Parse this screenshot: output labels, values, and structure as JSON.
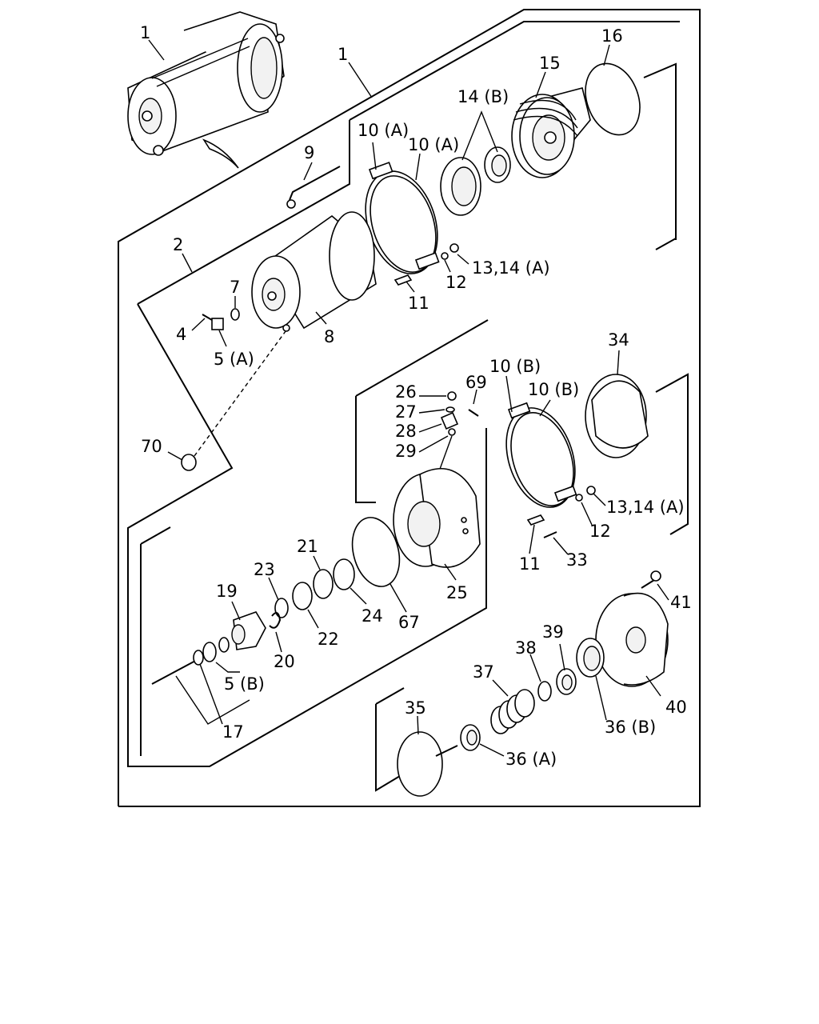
{
  "diagram": {
    "callouts": [
      {
        "id": "c1a",
        "text": "1"
      },
      {
        "id": "c1b",
        "text": "1"
      },
      {
        "id": "c16",
        "text": "16"
      },
      {
        "id": "c15",
        "text": "15"
      },
      {
        "id": "c14b",
        "text": "14 (B)"
      },
      {
        "id": "c10a1",
        "text": "10 (A)"
      },
      {
        "id": "c10a2",
        "text": "10 (A)"
      },
      {
        "id": "c9",
        "text": "9"
      },
      {
        "id": "c2",
        "text": "2"
      },
      {
        "id": "c7",
        "text": "7"
      },
      {
        "id": "c4",
        "text": "4"
      },
      {
        "id": "c5a",
        "text": "5 (A)"
      },
      {
        "id": "c8",
        "text": "8"
      },
      {
        "id": "c13a1",
        "text": "13,14 (A)"
      },
      {
        "id": "c12a",
        "text": "12"
      },
      {
        "id": "c11a",
        "text": "11"
      },
      {
        "id": "c70",
        "text": "70"
      },
      {
        "id": "c34",
        "text": "34"
      },
      {
        "id": "c10b1",
        "text": "10 (B)"
      },
      {
        "id": "c10b2",
        "text": "10 (B)"
      },
      {
        "id": "c69",
        "text": "69"
      },
      {
        "id": "c26",
        "text": "26"
      },
      {
        "id": "c27",
        "text": "27"
      },
      {
        "id": "c28",
        "text": "28"
      },
      {
        "id": "c29",
        "text": "29"
      },
      {
        "id": "c13a2",
        "text": "13,14 (A)"
      },
      {
        "id": "c12b",
        "text": "12"
      },
      {
        "id": "c11b",
        "text": "11"
      },
      {
        "id": "c33",
        "text": "33"
      },
      {
        "id": "c25",
        "text": "25"
      },
      {
        "id": "c21",
        "text": "21"
      },
      {
        "id": "c23",
        "text": "23"
      },
      {
        "id": "c19",
        "text": "19"
      },
      {
        "id": "c22",
        "text": "22"
      },
      {
        "id": "c24",
        "text": "24"
      },
      {
        "id": "c67",
        "text": "67"
      },
      {
        "id": "c20",
        "text": "20"
      },
      {
        "id": "c5b",
        "text": "5 (B)"
      },
      {
        "id": "c17",
        "text": "17"
      },
      {
        "id": "c41",
        "text": "41"
      },
      {
        "id": "c39",
        "text": "39"
      },
      {
        "id": "c38",
        "text": "38"
      },
      {
        "id": "c37",
        "text": "37"
      },
      {
        "id": "c40",
        "text": "40"
      },
      {
        "id": "c36b",
        "text": "36 (B)"
      },
      {
        "id": "c35",
        "text": "35"
      },
      {
        "id": "c36a",
        "text": "36 (A)"
      }
    ]
  }
}
